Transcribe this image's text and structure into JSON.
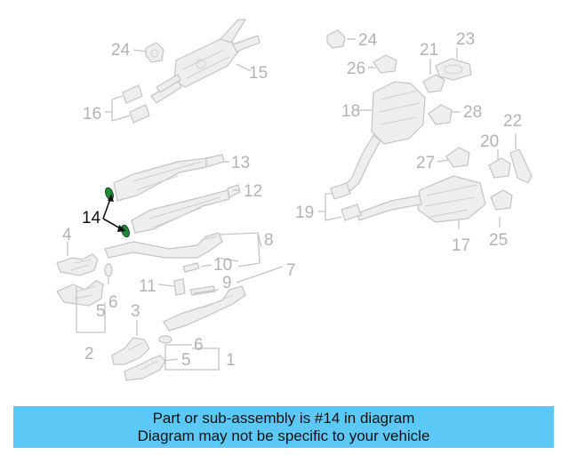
{
  "callouts": {
    "c1": "1",
    "c2": "2",
    "c3": "3",
    "c4": "4",
    "c5a": "5",
    "c5b": "5",
    "c6a": "6",
    "c6b": "6",
    "c7": "7",
    "c8": "8",
    "c9": "9",
    "c10": "10",
    "c11": "11",
    "c12": "12",
    "c13": "13",
    "c14": "14",
    "c15": "15",
    "c16": "16",
    "c17": "17",
    "c18": "18",
    "c19": "19",
    "c20": "20",
    "c21": "21",
    "c22": "22",
    "c23": "23",
    "c24a": "24",
    "c24b": "24",
    "c25": "25",
    "c26": "26",
    "c27": "27",
    "c28": "28"
  },
  "highlight": {
    "part_number": "14",
    "color": "#1f8a3a"
  },
  "banner": {
    "line1": "Part or sub-assembly is #14 in diagram",
    "line2": "Diagram may not be specific to your vehicle",
    "color": "#5bc8f5"
  }
}
